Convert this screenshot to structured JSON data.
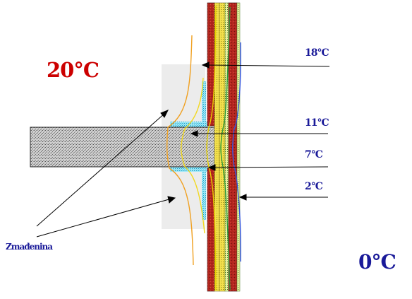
{
  "labels": {
    "inside_temp": "20°C",
    "outside_temp": "0°C",
    "temp_18": "18°C",
    "temp_11": "11°C",
    "temp_7": "7°C",
    "temp_2": "2°C",
    "zone_label": "Zmađenina"
  },
  "colors": {
    "inside_temp": "#cc0000",
    "outside_temp": "#1a1a99",
    "small_labels": "#1a1a99",
    "zone_label": "#1a1a99",
    "brick": "#a02020",
    "insulation": "#f2e14a",
    "slab": "#b8b8b8",
    "plaster_zone": "#ececec",
    "thermal_bridge": "#3fc7e6"
  },
  "isotherms": [
    "orange",
    "yellow",
    "green",
    "blue"
  ]
}
